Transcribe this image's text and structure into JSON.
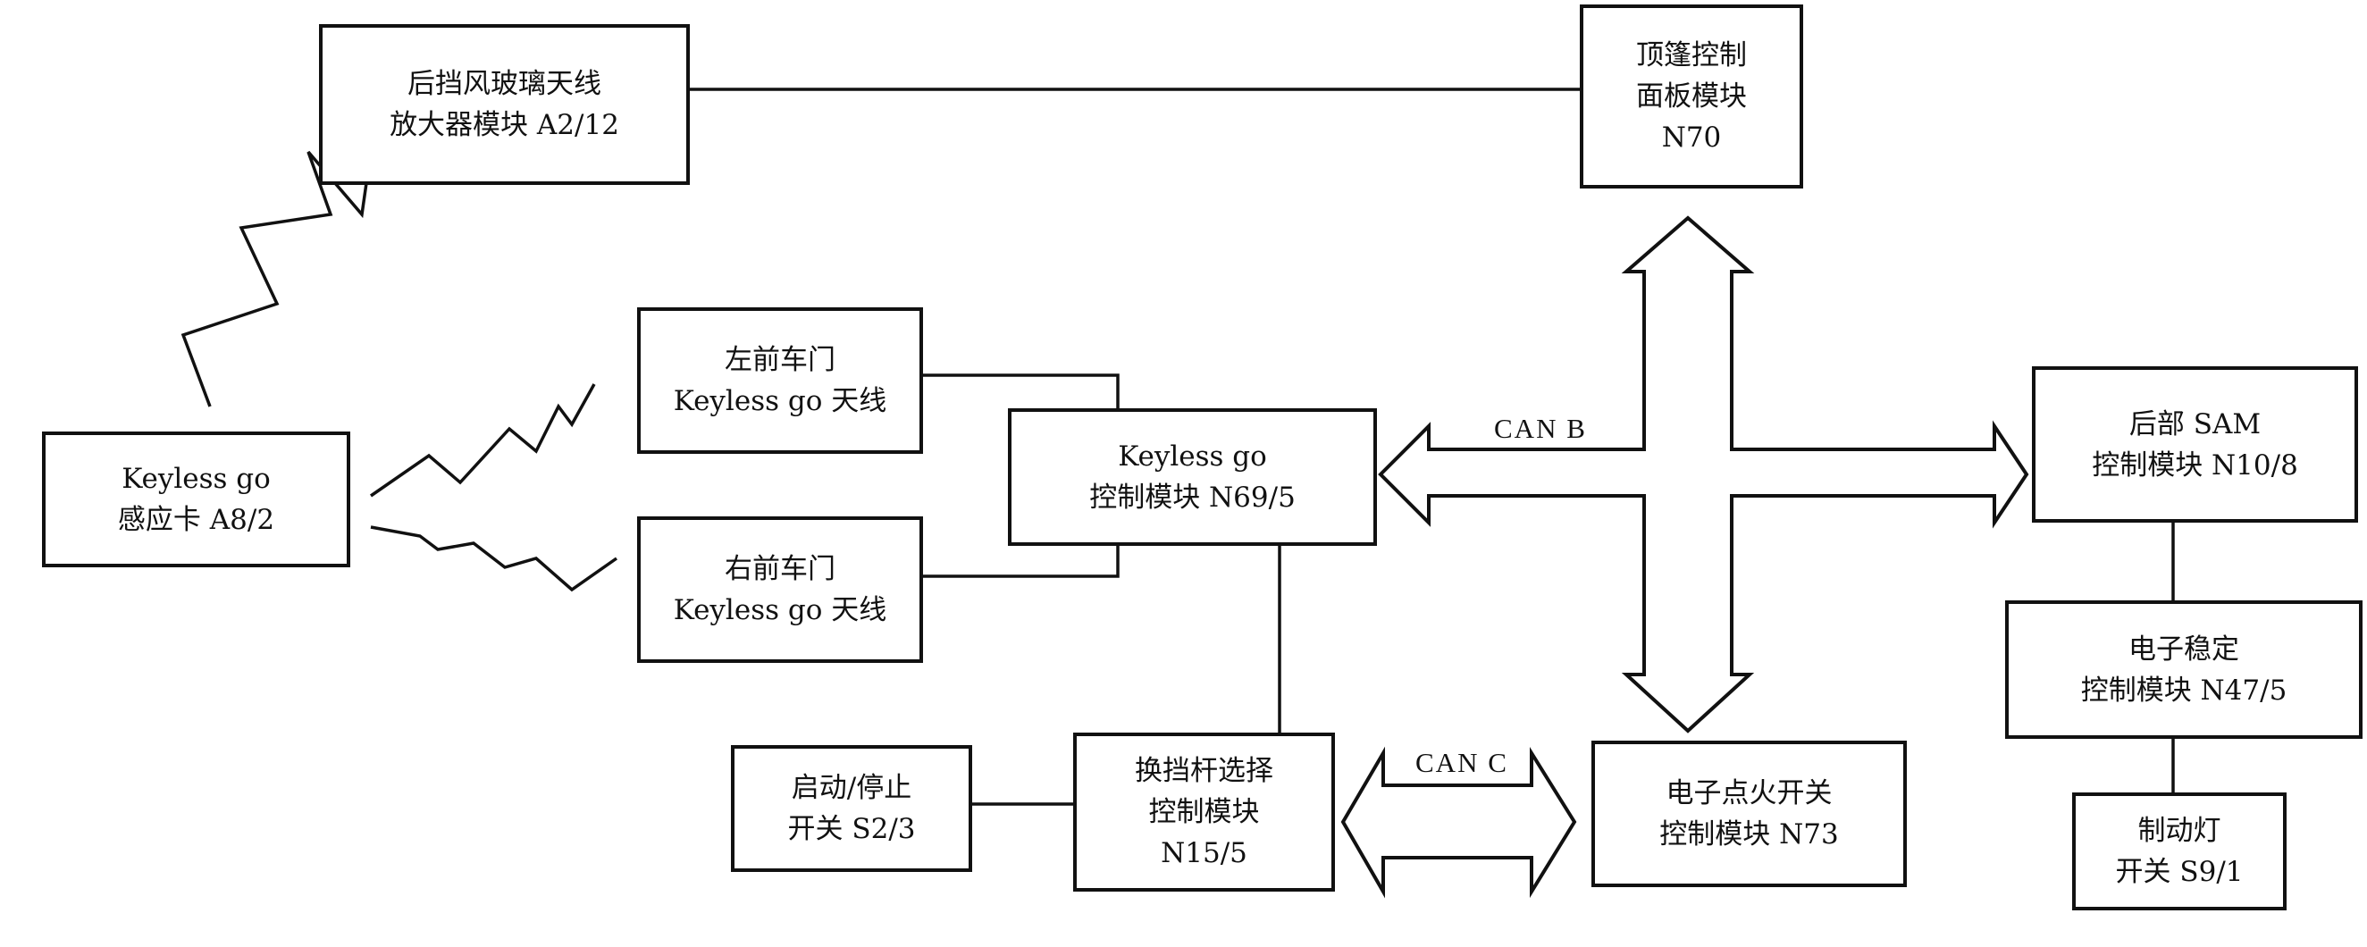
{
  "colors": {
    "line": "#111111",
    "background": "#ffffff"
  },
  "boxes": {
    "rear_antenna": {
      "line1": "后挡风玻璃天线",
      "line2": "放大器模块 A2/12"
    },
    "roof_panel": {
      "line1": "顶篷控制",
      "line2": "面板模块",
      "line3": "N70"
    },
    "card": {
      "line1": "Keyless go",
      "line2": "感应卡 A8/2"
    },
    "front_left": {
      "line1": "左前车门",
      "line2": "Keyless go 天线"
    },
    "front_right": {
      "line1": "右前车门",
      "line2": "Keyless go 天线"
    },
    "kg_module": {
      "line1": "Keyless go",
      "line2": "控制模块 N69/5"
    },
    "rear_sam": {
      "line1": "后部 SAM",
      "line2": "控制模块 N10/8"
    },
    "esp": {
      "line1": "电子稳定",
      "line2": "控制模块 N47/5"
    },
    "brake": {
      "line1": "制动灯",
      "line2": "开关 S9/1"
    },
    "start_stop": {
      "line1": "启动/停止",
      "line2": "开关 S2/3"
    },
    "gear": {
      "line1": "换挡杆选择",
      "line2": "控制模块",
      "line3": "N15/5"
    },
    "ignition": {
      "line1": "电子点火开关",
      "line2": "控制模块 N73"
    }
  },
  "buses": {
    "can_b": "CAN B",
    "can_c": "CAN C"
  }
}
